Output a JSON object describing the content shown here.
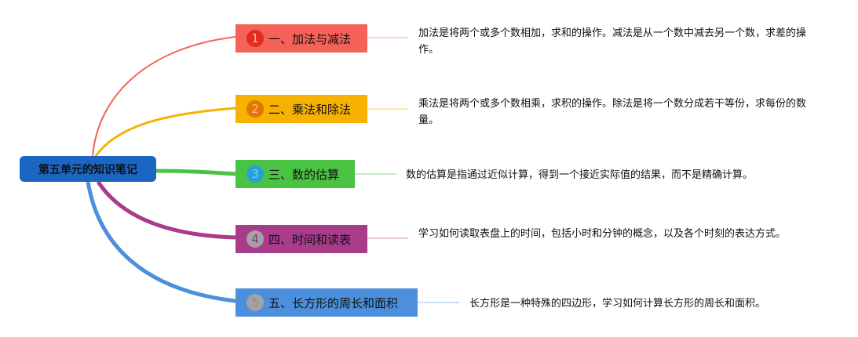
{
  "root": {
    "label": "第五单元的知识笔记",
    "color": "#1a66c2"
  },
  "branches": [
    {
      "number": "1",
      "title": "一、加法与减法",
      "color": "#f5625a",
      "badge_color": "#e52a1f",
      "badge_text_color": "#f7b1ad",
      "description": "加法是将两个或多个数相加，求和的操作。减法是从一个数中减去另一个数，求差的操作。"
    },
    {
      "number": "2",
      "title": "二、乘法和除法",
      "color": "#f7b101",
      "badge_color": "#e57500",
      "badge_text_color": "#f3c47c",
      "description": "乘法是将两个或多个数相乘，求积的操作。除法是将一个数分成若干等份，求每份的数量。"
    },
    {
      "number": "3",
      "title": "三、数的估算",
      "color": "#4ac244",
      "badge_color": "#279fd8",
      "badge_text_color": "#7fc9ec",
      "description": "数的估算是指通过近似计算，得到一个接近实际值的结果，而不是精确计算。"
    },
    {
      "number": "4",
      "title": "四、时间和读表",
      "color": "#a83c8a",
      "badge_color": "#a3a3a3",
      "badge_text_color": "#8a3b78",
      "description": "学习如何读取表盘上的时间，包括小时和分钟的概念，以及各个时刻的表达方式。"
    },
    {
      "number": "5",
      "title": "五、长方形的周长和面积",
      "color": "#4c8fdd",
      "badge_color": "#a3a3a3",
      "badge_text_color": "#8f8f8f",
      "description": "长方形是一种特殊的四边形，学习如何计算长方形的周长和面积。"
    }
  ]
}
